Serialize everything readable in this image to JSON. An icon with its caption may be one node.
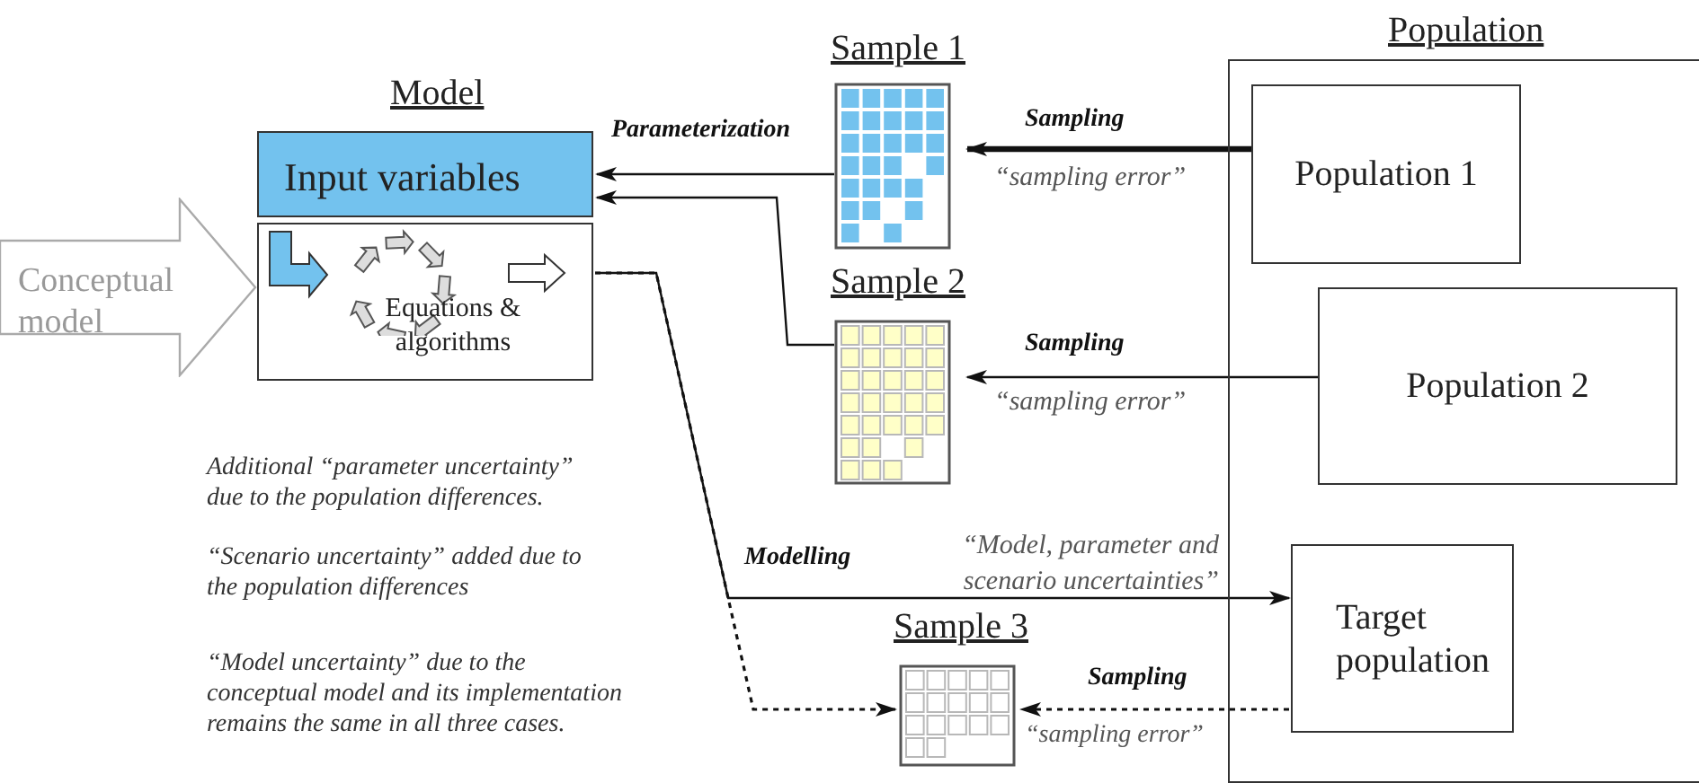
{
  "diagram": {
    "nodes": [
      {
        "text": [
          "Input variables"
        ],
        "beside": [
          "Model"
        ]
      },
      {
        "text": [
          "Equations & algorithms"
        ]
      },
      {
        "text": [
          "Conceptual model"
        ]
      },
      {
        "text": [
          "Sample 1"
        ]
      },
      {
        "text": [
          "Sample 2"
        ]
      },
      {
        "text": [
          "Sample 3"
        ]
      },
      {
        "text": [
          "Population"
        ]
      },
      {
        "text": [
          "Population 1"
        ],
        "in": 6
      },
      {
        "text": [
          "Population 2"
        ],
        "in": 6
      },
      {
        "text": [
          "Target population"
        ],
        "in": 6
      }
    ],
    "edges": [
      {
        "from": 3,
        "to": 0,
        "arrow": "to",
        "label": "Parameterization"
      },
      {
        "from": 4,
        "to": 0,
        "arrow": "to"
      },
      {
        "from": 7,
        "to": 3,
        "arrow": "to",
        "label": "Sampling",
        "style": "thick"
      },
      {
        "from": 8,
        "to": 4,
        "arrow": "to",
        "label": "Sampling"
      },
      {
        "from": 1,
        "to": 9,
        "arrow": "to",
        "label": "Modelling"
      },
      {
        "from": 1,
        "to": 5,
        "arrow": "to",
        "style": "dashed"
      },
      {
        "from": 9,
        "to": 5,
        "arrow": "to",
        "label": "Sampling",
        "style": "dashed"
      }
    ],
    "labels": [
      "“sampling error”",
      "“sampling error”",
      "Additional “parameter uncertainty” due to the population differences.",
      "“Scenario uncertainty” added due to the population differences",
      "“Model uncertainty” due to the conceptual model and its implementation remains the same in all three cases.",
      "“Model, parameter and scenario uncertainties”",
      "“sampling error”"
    ]
  }
}
